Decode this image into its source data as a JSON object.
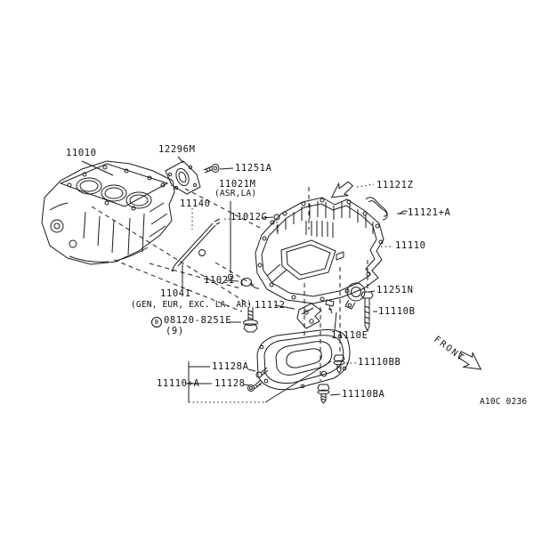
{
  "colors": {
    "line": "#1b1b1b",
    "background": "#ffffff"
  },
  "labels": {
    "p11010": "11010",
    "p12296M": "12296M",
    "p11251A": "11251A",
    "p11021M": "11021M",
    "p11021M_note": "(ASR,LA)",
    "p11140": "11140",
    "p11012G": "11012G",
    "p11121Z": "11121Z",
    "p11121A": "11121+A",
    "p11110": "11110",
    "p11251N": "11251N",
    "p11110B": "11110B",
    "p11021": "11021",
    "p11041": "11041",
    "p11041_note": "(GEN, EUR, EXC. LA. AR)",
    "bolt_symbol": "B",
    "p08120": "08120-8251E",
    "p08120_qty": "(9)",
    "p11112": "11112",
    "p11110E": "11110E",
    "p11128A": "11128A",
    "p11128": "11128",
    "p11110_A": "11110+A",
    "p11110BB": "11110BB",
    "p11110BA": "11110BA",
    "front": "FRONT",
    "drawing_code": "A10C 0236"
  }
}
